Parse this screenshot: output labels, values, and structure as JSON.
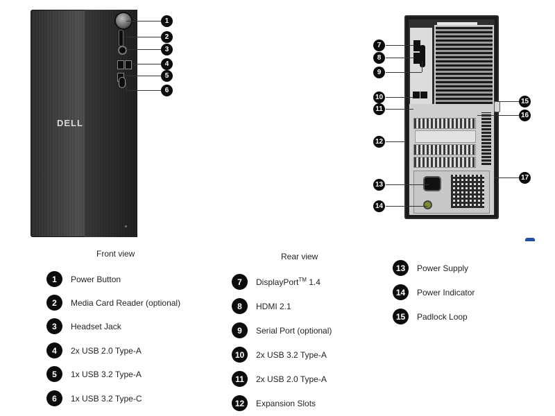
{
  "front_brand": "DELL",
  "headings": {
    "front": "Front view",
    "rear": "Rear view"
  },
  "callouts": [
    "1",
    "2",
    "3",
    "4",
    "5",
    "6",
    "7",
    "8",
    "9",
    "10",
    "11",
    "12",
    "13",
    "14",
    "15",
    "16",
    "17"
  ],
  "legend": [
    {
      "num": "1",
      "label": "Power Button"
    },
    {
      "num": "2",
      "label": "Media Card Reader (optional)"
    },
    {
      "num": "3",
      "label": "Headset Jack"
    },
    {
      "num": "4",
      "label": "2x USB 2.0 Type-A"
    },
    {
      "num": "5",
      "label": "1x USB 3.2 Type-A"
    },
    {
      "num": "6",
      "label": "1x USB 3.2 Type-C"
    },
    {
      "num": "7",
      "label": "DisplayPort",
      "sup": "TM",
      "suffix": " 1.4"
    },
    {
      "num": "8",
      "label": "HDMI 2.1"
    },
    {
      "num": "9",
      "label": "Serial Port (optional)"
    },
    {
      "num": "10",
      "label": "2x USB 3.2 Type-A"
    },
    {
      "num": "11",
      "label": "2x USB 2.0 Type-A"
    },
    {
      "num": "12",
      "label": "Expansion Slots"
    },
    {
      "num": "13",
      "label": "Power Supply"
    },
    {
      "num": "14",
      "label": "Power Indicator"
    },
    {
      "num": "15",
      "label": "Padlock Loop"
    }
  ],
  "colors": {
    "badge": "#0c0c0c",
    "accent_blue": "#1f4fa8",
    "power_led": "#7a8f2e"
  }
}
